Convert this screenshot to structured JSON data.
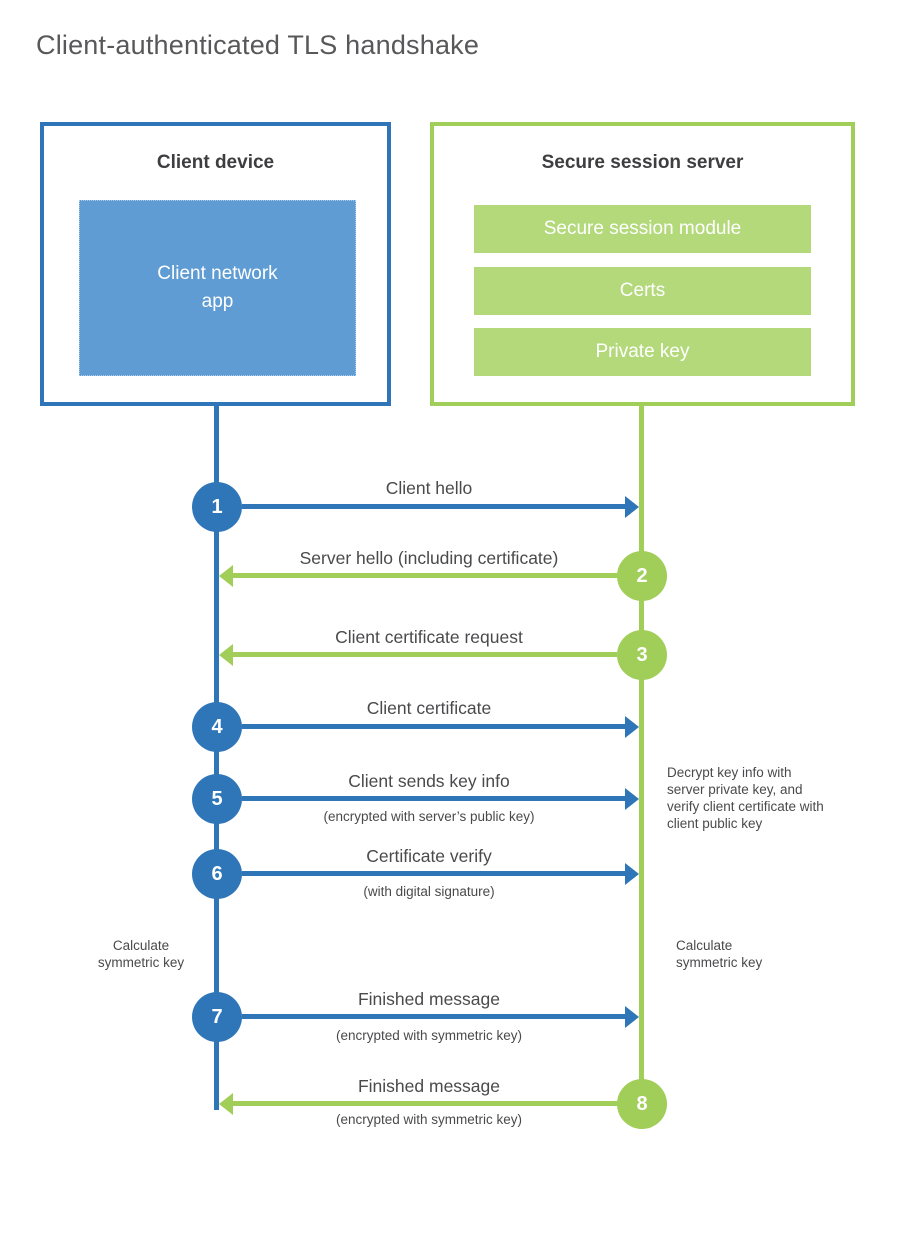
{
  "title": "Client-authenticated TLS handshake",
  "colors": {
    "blue": "#2e76b8",
    "blue_fill": "#5e9cd3",
    "green": "#a0ce58",
    "green_fill": "#b3d97b",
    "text_dark": "#3e3e40",
    "text_gray": "#4a4a4c",
    "title_gray": "#58585a"
  },
  "client": {
    "title": "Client device",
    "app_label": "Client network app"
  },
  "server": {
    "title": "Secure session server",
    "modules": [
      {
        "label": "Secure session module"
      },
      {
        "label": "Certs"
      },
      {
        "label": "Private key"
      }
    ]
  },
  "steps": [
    {
      "num": "1",
      "label": "Client hello",
      "sub": "",
      "direction": "client-to-server"
    },
    {
      "num": "2",
      "label": "Server hello (including certificate)",
      "sub": "",
      "direction": "server-to-client"
    },
    {
      "num": "3",
      "label": "Client certificate request",
      "sub": "",
      "direction": "server-to-client"
    },
    {
      "num": "4",
      "label": "Client certificate",
      "sub": "",
      "direction": "client-to-server"
    },
    {
      "num": "5",
      "label": "Client sends key info",
      "sub": "(encrypted with server’s public key)",
      "direction": "client-to-server"
    },
    {
      "num": "6",
      "label": "Certificate verify",
      "sub": "(with digital signature)",
      "direction": "client-to-server"
    },
    {
      "num": "7",
      "label": "Finished message",
      "sub": "(encrypted with symmetric key)",
      "direction": "client-to-server"
    },
    {
      "num": "8",
      "label": "Finished message",
      "sub": "(encrypted with symmetric key)",
      "direction": "server-to-client"
    }
  ],
  "notes": {
    "decrypt": "Decrypt key info with server private key, and verify client certificate with client public key",
    "calc_left": "Calculate symmetric key",
    "calc_right": "Calculate symmetric key"
  }
}
